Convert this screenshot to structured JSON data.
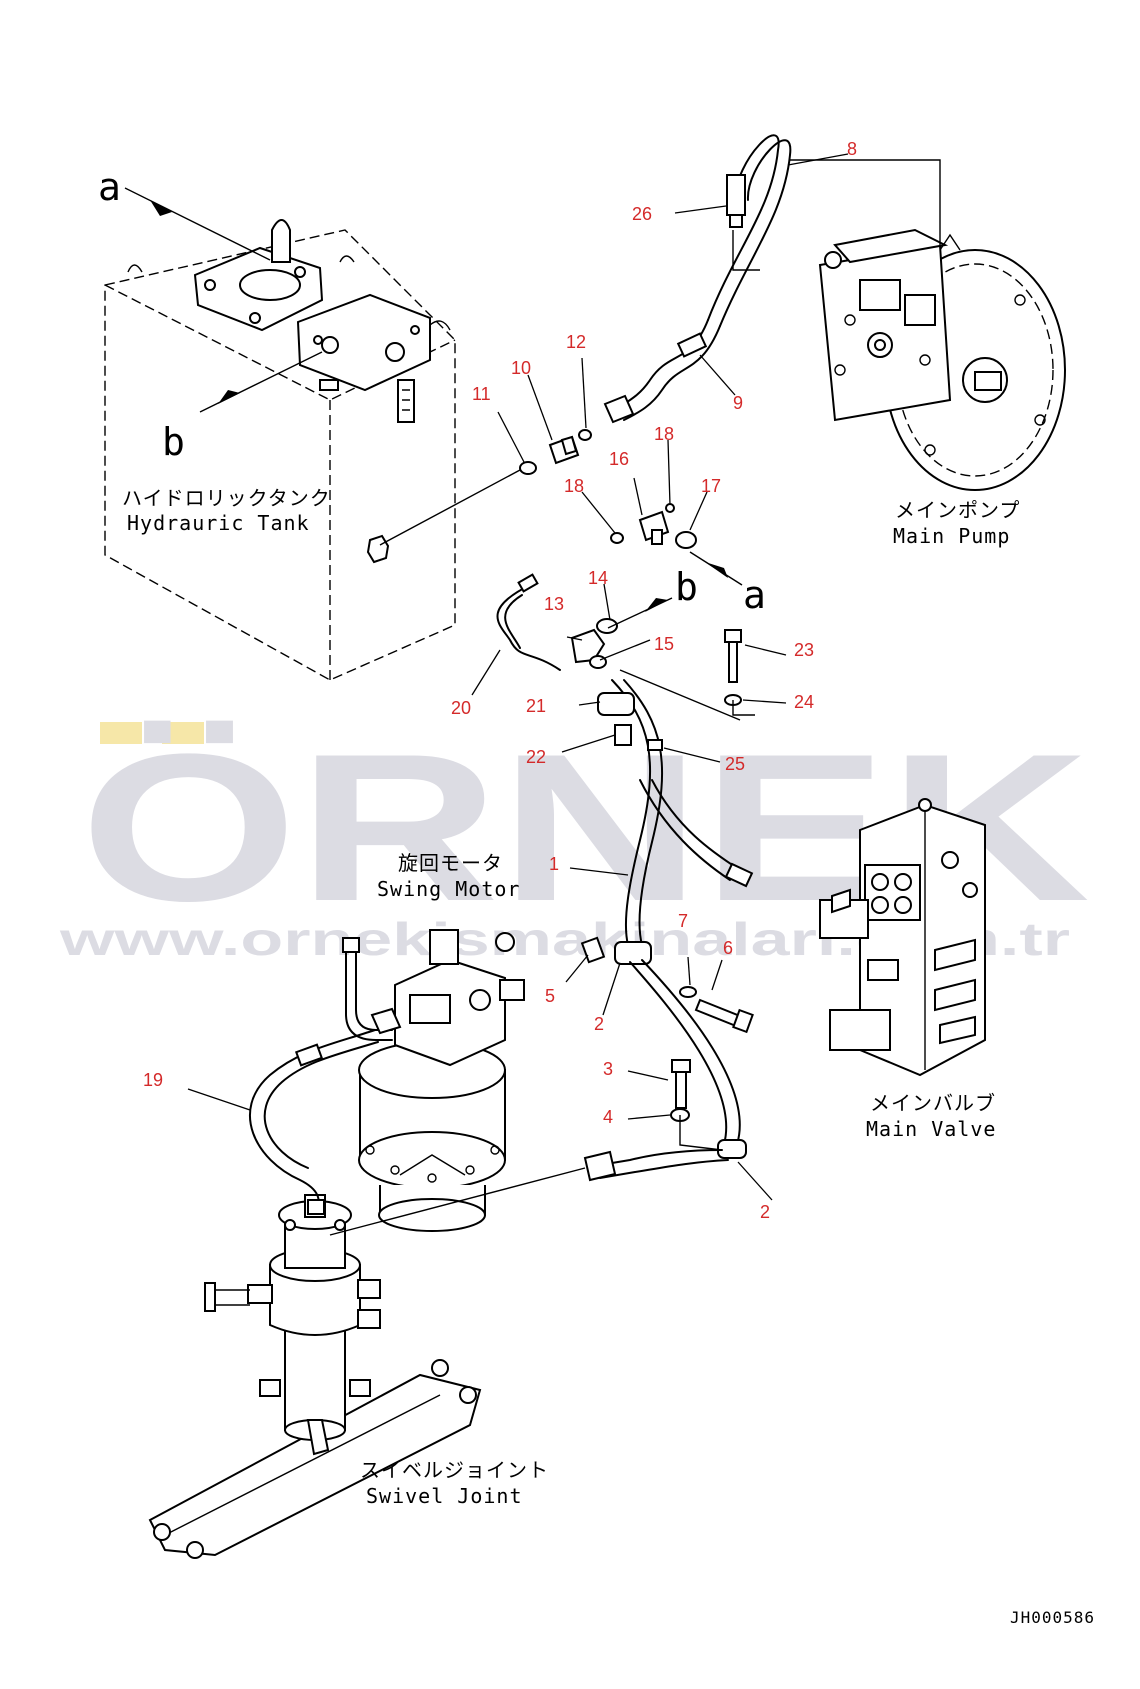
{
  "document": {
    "drawing_code": "JH000586",
    "watermark": {
      "brand": "ÖRNEK",
      "url": "www.ornekismakinalari.com.tr",
      "accent_color": "#f6e7a8",
      "text_color": "#dcdce3"
    },
    "callout_color": "#d42a2a"
  },
  "components": {
    "hydraulic_tank": {
      "jp": "ハイドロリックタンク",
      "en": "Hydrauric Tank"
    },
    "main_pump": {
      "jp": "メインポンプ",
      "en": "Main Pump"
    },
    "main_valve": {
      "jp": "メインバルブ",
      "en": "Main Valve"
    },
    "swing_motor": {
      "jp": "旋回モータ",
      "en": "Swing Motor"
    },
    "swivel_joint": {
      "jp": "スイベルジョイント",
      "en": "Swivel Joint"
    }
  },
  "view_markers": {
    "a_top": "a",
    "b_left": "b",
    "a_right": "a",
    "b_right": "b"
  },
  "callouts": [
    {
      "id": "c1",
      "label": "1"
    },
    {
      "id": "c2a",
      "label": "2"
    },
    {
      "id": "c2b",
      "label": "2"
    },
    {
      "id": "c3",
      "label": "3"
    },
    {
      "id": "c4",
      "label": "4"
    },
    {
      "id": "c5",
      "label": "5"
    },
    {
      "id": "c6",
      "label": "6"
    },
    {
      "id": "c7",
      "label": "7"
    },
    {
      "id": "c8",
      "label": "8"
    },
    {
      "id": "c9",
      "label": "9"
    },
    {
      "id": "c10",
      "label": "10"
    },
    {
      "id": "c11",
      "label": "11"
    },
    {
      "id": "c12",
      "label": "12"
    },
    {
      "id": "c13",
      "label": "13"
    },
    {
      "id": "c14",
      "label": "14"
    },
    {
      "id": "c15",
      "label": "15"
    },
    {
      "id": "c16",
      "label": "16"
    },
    {
      "id": "c17",
      "label": "17"
    },
    {
      "id": "c18a",
      "label": "18"
    },
    {
      "id": "c18b",
      "label": "18"
    },
    {
      "id": "c19",
      "label": "19"
    },
    {
      "id": "c20",
      "label": "20"
    },
    {
      "id": "c21",
      "label": "21"
    },
    {
      "id": "c22",
      "label": "22"
    },
    {
      "id": "c23",
      "label": "23"
    },
    {
      "id": "c24",
      "label": "24"
    },
    {
      "id": "c25",
      "label": "25"
    },
    {
      "id": "c26",
      "label": "26"
    }
  ]
}
